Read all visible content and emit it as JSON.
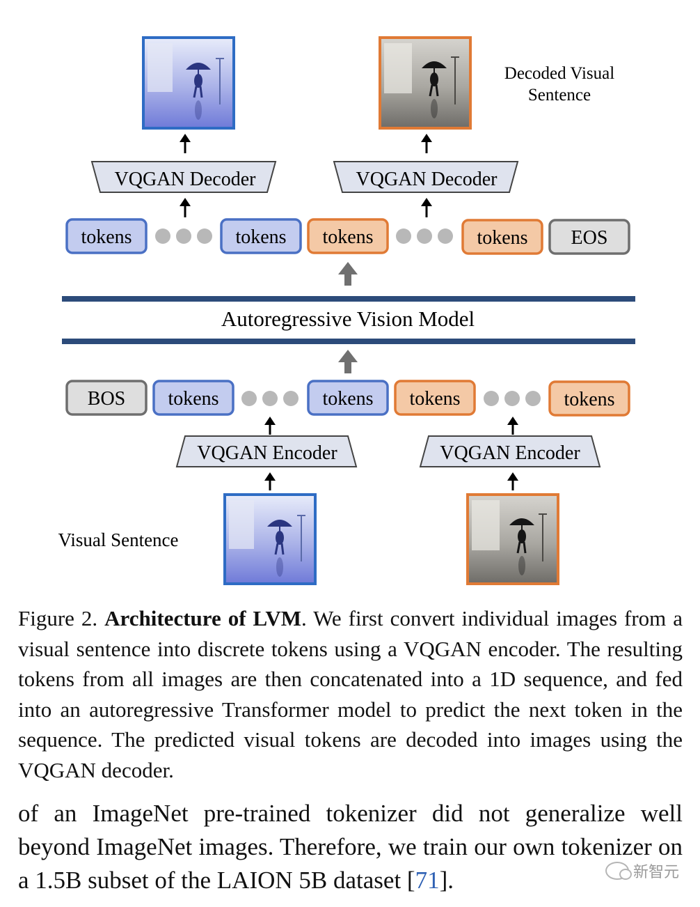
{
  "diagram": {
    "decoded_label_line1": "Decoded Visual",
    "decoded_label_line2": "Sentence",
    "visual_sentence_label": "Visual Sentence",
    "decoder_label": "VQGAN Decoder",
    "encoder_label": "VQGAN Encoder",
    "model_label": "Autoregressive Vision Model",
    "token_label": "tokens",
    "bos_label": "BOS",
    "eos_label": "EOS",
    "colors": {
      "blue_fill": "#c3ccef",
      "blue_stroke": "#4a70c4",
      "orange_fill": "#f4c9a6",
      "orange_stroke": "#e07a35",
      "gray_fill": "#dedede",
      "gray_stroke": "#6e6e6e",
      "model_bar": "#2c4b7a",
      "trapezoid_fill": "#dfe3ee",
      "dot": "#b8b8b8"
    }
  },
  "caption": {
    "prefix": "Figure 2. ",
    "bold": "Architecture of LVM",
    "rest": ". We first convert individual images from a visual sentence into discrete tokens using a VQGAN encoder. The resulting tokens from all images are then concatenated into a 1D sequence, and fed into an autoregressive Transformer model to predict the next token in the sequence. The predicted visual tokens are decoded into images using the VQGAN decoder."
  },
  "body": {
    "text_before": "of an ImageNet pre-trained tokenizer did not generalize well beyond ImageNet images. Therefore, we train our own tokenizer on a 1.5B subset of the LAION 5B dataset [",
    "citation": "71",
    "text_after": "]."
  },
  "watermark": {
    "text": "新智元"
  }
}
